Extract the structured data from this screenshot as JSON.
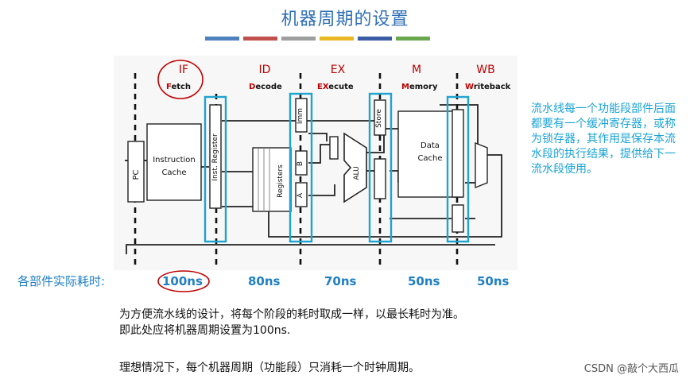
{
  "title": "机器周期的设置",
  "color_bar": [
    "#4f81bd",
    "#c0504d",
    "#9e9e9e",
    "#e8b923",
    "#3b5ba5",
    "#6aa84f"
  ],
  "stages": [
    {
      "abbr": "IF",
      "first": "F",
      "rest": "etch"
    },
    {
      "abbr": "ID",
      "first": "D",
      "rest": "ecode"
    },
    {
      "abbr": "EX",
      "first": "EX",
      "rest": "ecute"
    },
    {
      "abbr": "M",
      "first": "M",
      "rest": "emory"
    },
    {
      "abbr": "WB",
      "first": "W",
      "rest": "riteback"
    }
  ],
  "blocks": {
    "pc": "PC",
    "icache_line1": "Instruction",
    "icache_line2": "Cache",
    "inst_register": "Inst. Register",
    "registers": "Registers",
    "imm": "Imm",
    "reg_b": "B",
    "reg_a": "A",
    "alu": "ALU",
    "store": "Store",
    "dcache_line1": "Data",
    "dcache_line2": "Cache"
  },
  "side_note": "流水线每一个功能段部件后面都要有一个缓冲寄存器，或称为锁存器，其作用是保存本流水段的执行结果，提供给下一流水段使用。",
  "time_caption": "各部件实际耗时:",
  "times": [
    "100ns",
    "80ns",
    "70ns",
    "50ns",
    "50ns"
  ],
  "paragraphs": [
    "为方便流水线的设计，将每个阶段的耗时取成一样，以最长耗时为准。",
    "即此处应将机器周期设置为100ns.",
    "理想情况下，每个机器周期（功能段）只消耗一个时钟周期。"
  ],
  "watermark": "CSDN @敲个大西瓜"
}
